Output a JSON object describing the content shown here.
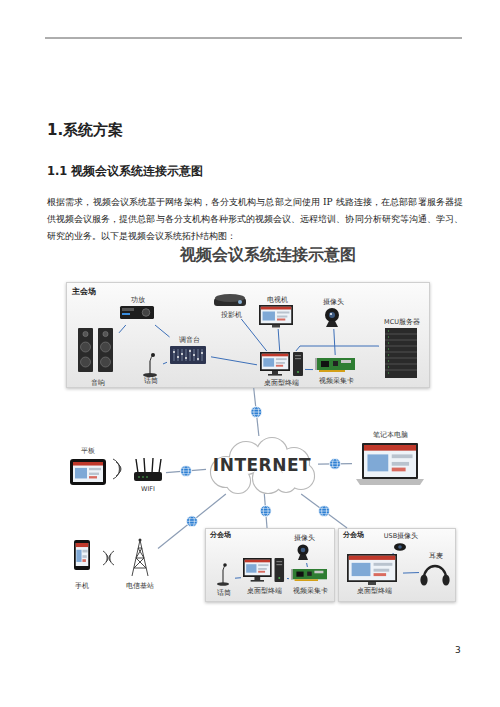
{
  "diagram": {
    "title": "视频会议系统连接示意图",
    "nodes": [
      {
        "text": [
          "主会场"
        ]
      },
      {
        "text": [
          "功放"
        ],
        "in": 0
      },
      {
        "text": [
          "音响"
        ],
        "in": 0
      },
      {
        "text": [
          "调音台"
        ],
        "in": 0
      },
      {
        "text": [
          "话筒"
        ],
        "in": 0
      },
      {
        "text": [
          "投影机"
        ],
        "in": 0
      },
      {
        "text": [
          "电视机"
        ],
        "in": 0
      },
      {
        "text": [
          "摄像头"
        ],
        "in": 0
      },
      {
        "text": [
          "桌面型终端"
        ],
        "in": 0
      },
      {
        "text": [
          "视频采集卡"
        ],
        "in": 0
      },
      {
        "text": [
          "MCU服务器"
        ],
        "in": 0
      },
      {
        "text": [
          "INTERNET"
        ]
      },
      {
        "text": [
          "平板"
        ]
      },
      {
        "text": [
          "WIFI"
        ]
      },
      {
        "text": [
          "笔记本电脑"
        ]
      },
      {
        "text": [
          "手机"
        ]
      },
      {
        "text": [
          "电信基站"
        ]
      },
      {
        "text": [
          "分会场"
        ]
      },
      {
        "text": [
          "摄像头"
        ],
        "in": 17
      },
      {
        "text": [
          "话筒"
        ],
        "in": 17
      },
      {
        "text": [
          "桌面型终端"
        ],
        "in": 17
      },
      {
        "text": [
          "视频采集卡"
        ],
        "in": 17
      },
      {
        "text": [
          "分会场"
        ]
      },
      {
        "text": [
          "USB摄像头"
        ],
        "in": 22
      },
      {
        "text": [
          "耳麦"
        ],
        "in": 22
      },
      {
        "text": [
          "桌面型终端"
        ],
        "in": 22
      }
    ],
    "edges": [
      {
        "from": 1,
        "to": 2,
        "arrow": "none"
      },
      {
        "from": 1,
        "to": 3,
        "arrow": "none"
      },
      {
        "from": 3,
        "to": 4,
        "arrow": "none"
      },
      {
        "from": 3,
        "to": 8,
        "arrow": "none"
      },
      {
        "from": 5,
        "to": 8,
        "arrow": "none"
      },
      {
        "from": 6,
        "to": 8,
        "arrow": "none"
      },
      {
        "from": 7,
        "to": 9,
        "arrow": "none"
      },
      {
        "from": 9,
        "to": 8,
        "arrow": "none"
      },
      {
        "from": 8,
        "to": 10,
        "arrow": "none"
      },
      {
        "from": 0,
        "to": 11,
        "arrow": "none"
      },
      {
        "from": 11,
        "to": 13,
        "arrow": "none"
      },
      {
        "from": 11,
        "to": 16,
        "arrow": "none"
      },
      {
        "from": 11,
        "to": 14,
        "arrow": "none"
      },
      {
        "from": 11,
        "to": 17,
        "arrow": "none"
      },
      {
        "from": 11,
        "to": 22,
        "arrow": "none"
      },
      {
        "from": 18,
        "to": 21,
        "arrow": "none"
      },
      {
        "from": 21,
        "to": 20,
        "arrow": "none"
      },
      {
        "from": 19,
        "to": 20,
        "arrow": "none"
      },
      {
        "from": 23,
        "to": 25,
        "arrow": "none"
      },
      {
        "from": 24,
        "to": 25,
        "arrow": "none"
      }
    ],
    "labels": [
      "1.系统方案",
      "1.1 视频会议系统连接示意图",
      "根据需求，视频会议系统基于网络架构，各分支机构与总部之间使用 IP 线路连接，在总部部署服务器提供视频会议服务，提供总部与各分支机构各种形式的视频会议、远程培训、协同分析研究等沟通、学习、研究的业务。以下是视频会议系统拓扑结构图：",
      "3"
    ]
  }
}
